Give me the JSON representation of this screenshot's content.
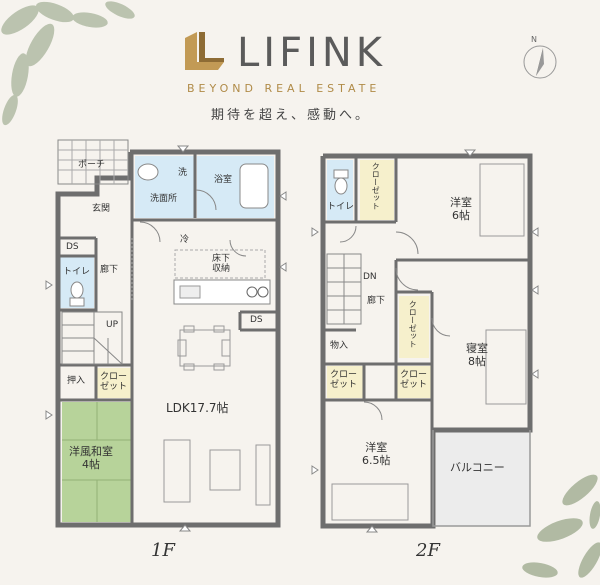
{
  "brand": {
    "name": "LIFINK",
    "tagline": "BEYOND REAL ESTATE",
    "catchphrase": "期待を超え、感動へ。",
    "gold": "#b08b48"
  },
  "compass": {
    "north": "N"
  },
  "floor1": {
    "label": "1F",
    "rooms": {
      "porch": "ポーチ",
      "wash": "洗",
      "bath": "浴室",
      "washroom": "洗面所",
      "entrance": "玄関",
      "ds1": "DS",
      "fridge": "冷",
      "floor_storage": "床下\n収納",
      "hall": "廊下",
      "toilet": "トイレ",
      "up": "UP",
      "ds2": "DS",
      "oshiire": "押入",
      "closet": "クロー\nゼット",
      "ldk": "LDK17.7帖",
      "washitsu": "洋風和室\n4帖"
    }
  },
  "floor2": {
    "label": "2F",
    "rooms": {
      "toilet": "トイレ",
      "closet_vertical": "クローゼット",
      "western1": "洋室\n6帖",
      "dn": "DN",
      "hall": "廊下",
      "closet_vertical2": "クローゼット",
      "bedroom": "寝室\n8帖",
      "storage": "物入",
      "closet_a": "クロー\nゼット",
      "closet_b": "クロー\nゼット",
      "western2": "洋室\n6.5帖",
      "balcony": "バルコニー"
    }
  },
  "colors": {
    "wall": "#6e6e6e",
    "wet": "#d6eaf6",
    "closet": "#f6f0cc",
    "tatami": "#b7d39a",
    "balcony": "#ececec"
  }
}
